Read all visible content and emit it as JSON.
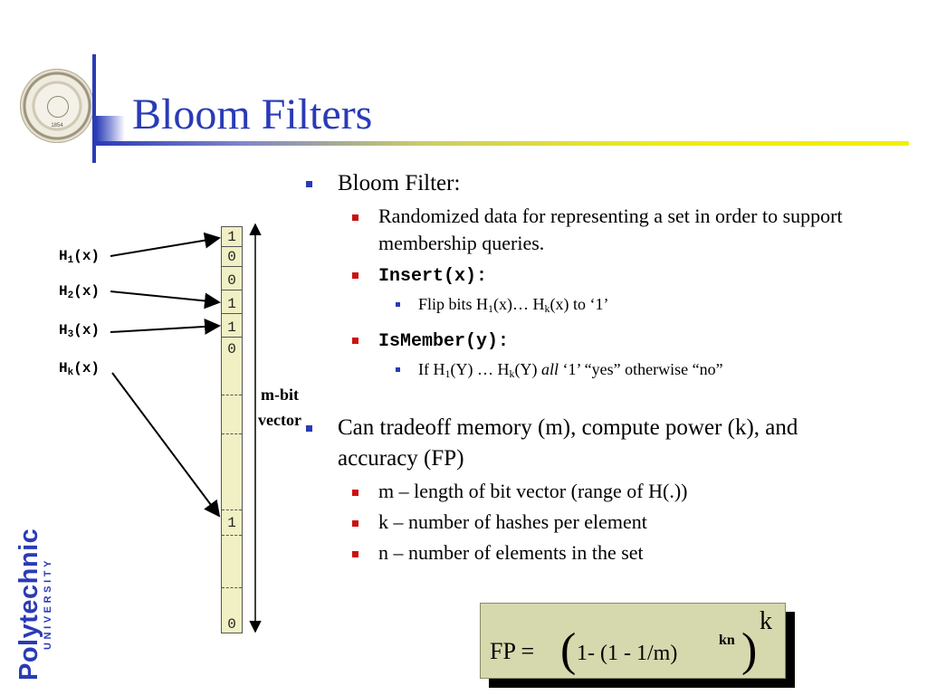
{
  "slide": {
    "title": "Bloom Filters",
    "logo": {
      "name": "Polytechnic",
      "sub": "UNIVERSITY"
    },
    "seal": {
      "year": "1854"
    }
  },
  "diagram": {
    "hashes": [
      {
        "name": "H",
        "sub": "1",
        "arg": "(x)"
      },
      {
        "name": "H",
        "sub": "2",
        "arg": "(x)"
      },
      {
        "name": "H",
        "sub": "3",
        "arg": "(x)"
      },
      {
        "name": "H",
        "sub": "k",
        "arg": "(x)"
      }
    ],
    "bits": [
      "1",
      "0",
      "0",
      "1",
      "1",
      "0"
    ],
    "lower_bit": "1",
    "last_bit": "0",
    "vector_label_line1": "m-bit",
    "vector_label_line2": "vector"
  },
  "bullets": {
    "b1": "Bloom Filter:",
    "b1_1": "Randomized data for representing a set in order to support membership queries.",
    "b1_2": "Insert(x):",
    "b1_2_1": {
      "pre": "Flip bits H",
      "sub1": "1",
      "mid": "(x)… H",
      "sub2": "k",
      "post": "(x) to ‘1’"
    },
    "b1_3": "IsMember(y):",
    "b1_3_1": {
      "pre": "If H",
      "sub1": "1",
      "mid": "(Y) … H",
      "sub2": "k",
      "mid2": "(Y) ",
      "em": "all",
      "post": " ‘1’ “yes” otherwise “no”"
    },
    "b2": "Can tradeoff memory (m), compute power (k), and accuracy (FP)",
    "b2_1": "m – length of bit vector (range of H(.))",
    "b2_2": "k – number of hashes per element",
    "b2_3": "n – number of elements in the set"
  },
  "formula": {
    "label": "FP = ",
    "open": "(",
    "inner": "1- (1 - 1/m)",
    "kn": "kn",
    "close": ")",
    "k": "k"
  },
  "colors": {
    "accent_blue": "#2a3bb5",
    "bullet_red": "#cc1111",
    "bit_fill": "#f0f0c4",
    "formula_fill": "#d6d8ad",
    "rule_yellow": "#f5ee00"
  }
}
